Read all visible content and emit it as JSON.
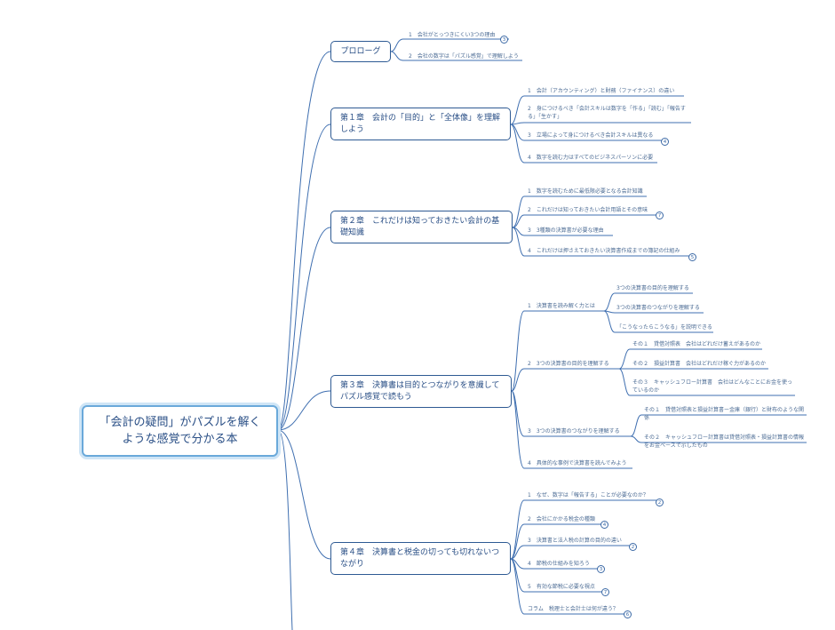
{
  "root": "「会計の疑問」がパズルを解くような感覚で分かる本",
  "chapters": [
    {
      "title": "プロローグ",
      "items": [
        "1　会社がとっつきにくい3つの理由",
        "2　会社の数字は「パズル感覚」で理解しよう"
      ],
      "badge": "3"
    },
    {
      "title": "第１章　会計の「目的」と「全体像」を理解しよう",
      "items": [
        "1　会計（アカウンティング）と財務（ファイナンス）の違い",
        "2　身につけるべき「会計スキルは数字を「作る」「読む」「報告する」「生かす」",
        "3　立場によって身につけるべき会計スキルは異なる",
        "4　数字を読む力はすべてのビジネスパーソンに必要"
      ],
      "badge": "4"
    },
    {
      "title": "第２章　これだけは知っておきたい会計の基礎知識",
      "items": [
        "1　数字を読むために最低限必要となる会計知識",
        "2　これだけは知っておきたい会計用語とその意味",
        "3　3種類の決算書が必要な理由",
        "4　これだけは押さえておきたい決算書作成までの簿記の仕組み"
      ],
      "badges": [
        "7",
        "5"
      ]
    },
    {
      "title": "第３章　決算書は目的とつながりを意識してパズル感覚で読もう",
      "items": [
        "1　決算書を読み解く力とは",
        "2　3つの決算書の目的を理解する",
        "3　3つの決算書のつながりを理解する",
        "4　具体的な事例で決算書を読んでみよう"
      ],
      "sub1": [
        "3つの決算書の目的を理解する",
        "3つの決算書のつながりを理解する",
        "「こうなったらこうなる」を説明できる"
      ],
      "sub2": [
        "その１　貸借対照表　会社はどれだけ蓄えがあるのか",
        "その２　損益計算書　会社はどれだけ稼ぐ力があるのか",
        "その３　キャッシュフロー計算書　会社はどんなことにお金を使っているのか"
      ],
      "sub3": [
        "その１　貸借対照表と損益計算書ー金庫（銀行）と財布のような関係",
        "その２　キャッシュフロー計算書は貸借対照表・損益計算書の情報をお金ベースで示したもの"
      ]
    },
    {
      "title": "第４章　決算書と税金の切っても切れないつながり",
      "items": [
        "1　なぜ、数字は「報告する」ことが必要なのか？",
        "2　会社にかかる税金の種類",
        "3　決算書と法人税の計算の目的の違い",
        "4　節税の仕組みを知ろう",
        "5　有効な節税に必要な視点",
        "コラム　税理士と会計士は何が違う？"
      ],
      "badges": [
        "2",
        "4",
        "2",
        "3",
        "7",
        "6"
      ]
    }
  ],
  "colors": {
    "line": "#3f6fb0",
    "root_border": "#6aa9da",
    "text": "#2a4f86"
  }
}
